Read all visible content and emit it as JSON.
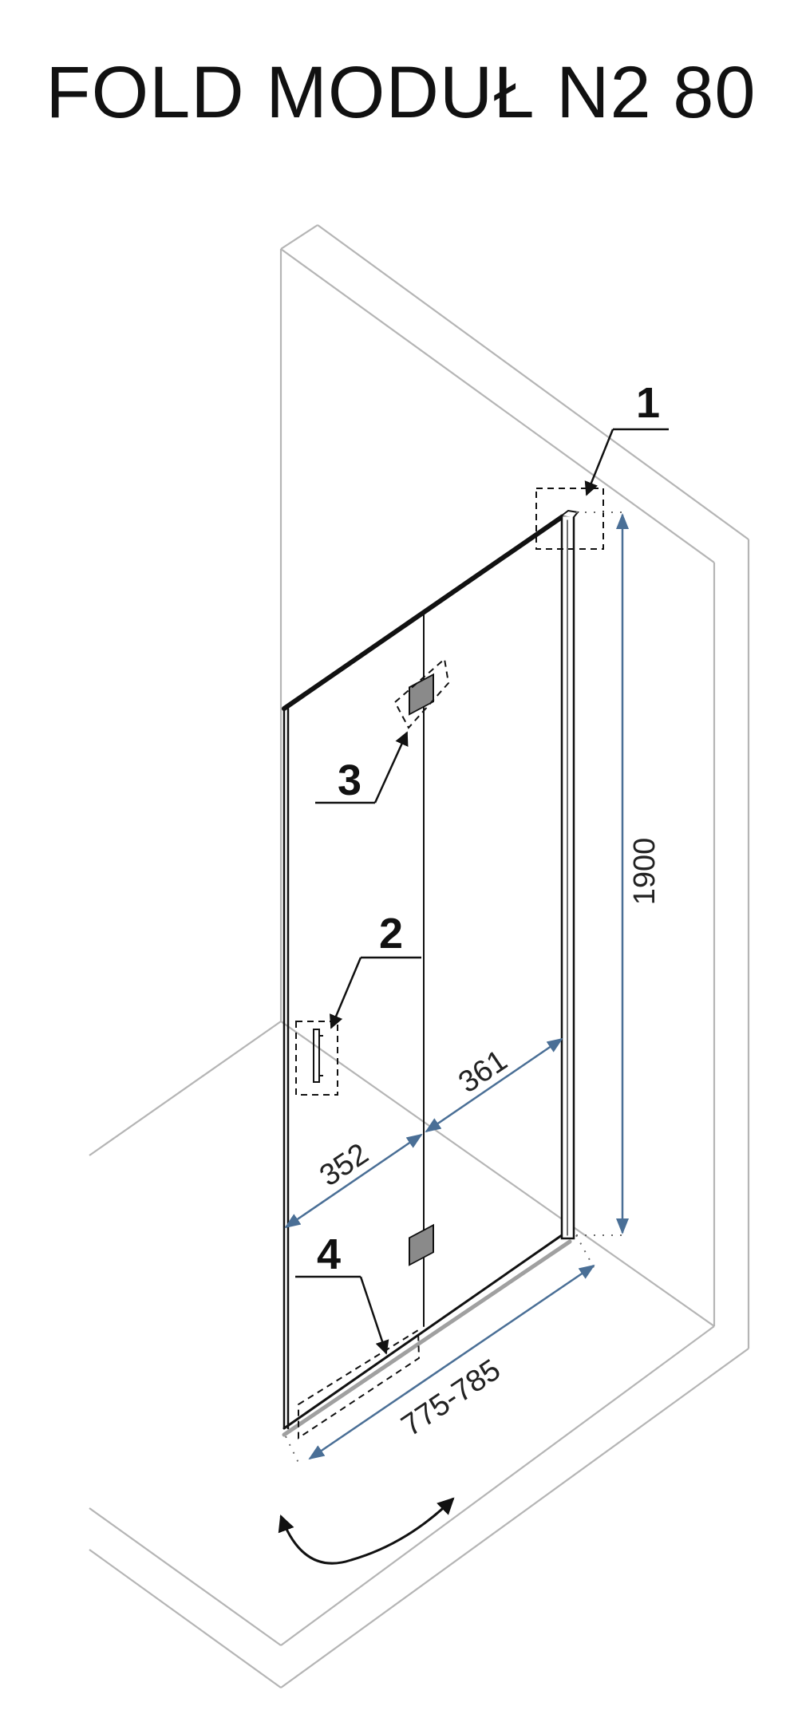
{
  "title": "FOLD MODUŁ N2 80",
  "callouts": {
    "c1": "1",
    "c2": "2",
    "c3": "3",
    "c4": "4"
  },
  "dimensions": {
    "height": "1900",
    "left_panel": "352",
    "right_panel": "361",
    "width_range": "775-785"
  },
  "colors": {
    "wall_line": "#b5b5b5",
    "frame": "#111111",
    "dimension_line": "#4a6f96",
    "hinge_fill": "#8a8a8a",
    "background": "#ffffff"
  }
}
